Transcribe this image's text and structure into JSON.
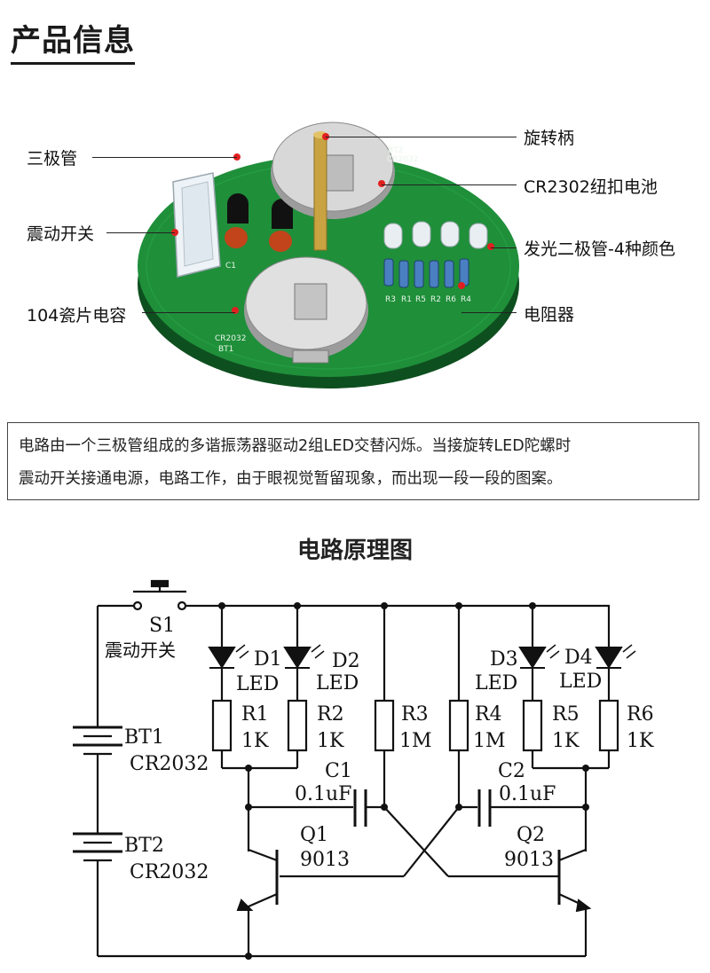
{
  "header": {
    "title": "产品信息"
  },
  "photo": {
    "callouts": {
      "transistor": "三极管",
      "vibration_switch": "震动开关",
      "capacitor": "104瓷片电容",
      "spin_handle": "旋转柄",
      "battery": "CR2302纽扣电池",
      "leds": "发光二极管-4种颜色",
      "resistors": "电阻器"
    },
    "pcb_silkscreen": {
      "bt1": "BT1",
      "bt1_model": "CR2032",
      "bt2": "BT2",
      "bt2_model": "CR2032",
      "c1": "C1",
      "r_labels": [
        "R3",
        "R1",
        "R5",
        "R2",
        "R6",
        "R4"
      ]
    }
  },
  "description": {
    "line1": "电路由一个三极管组成的多谐振荡器驱动2组LED交替闪烁。当接旋转LED陀螺时",
    "line2": "震动开关接通电源，电路工作，由于眼视觉暂留现象，而出现一段一段的图案。"
  },
  "schematic": {
    "title": "电路原理图",
    "s1": "S1",
    "s1_desc": "震动开关",
    "bt1": "BT1",
    "bt1_model": "CR2032",
    "bt2": "BT2",
    "bt2_model": "CR2032",
    "d1": "D1",
    "d2": "D2",
    "d3": "D3",
    "d4": "D4",
    "led": "LED",
    "r1": "R1",
    "r2": "R2",
    "r3": "R3",
    "r4": "R4",
    "r5": "R5",
    "r6": "R6",
    "val_1k": "1K",
    "val_1m": "1M",
    "c1": "C1",
    "c2": "C2",
    "cap_val": "0.1uF",
    "q1": "Q1",
    "q2": "Q2",
    "q_model": "9013"
  },
  "colors": {
    "pcb_green": "#1f8f3a",
    "pcb_dark": "#156b2b",
    "battery_silver": "#c9c9c9",
    "callout_dot": "#e02020"
  }
}
